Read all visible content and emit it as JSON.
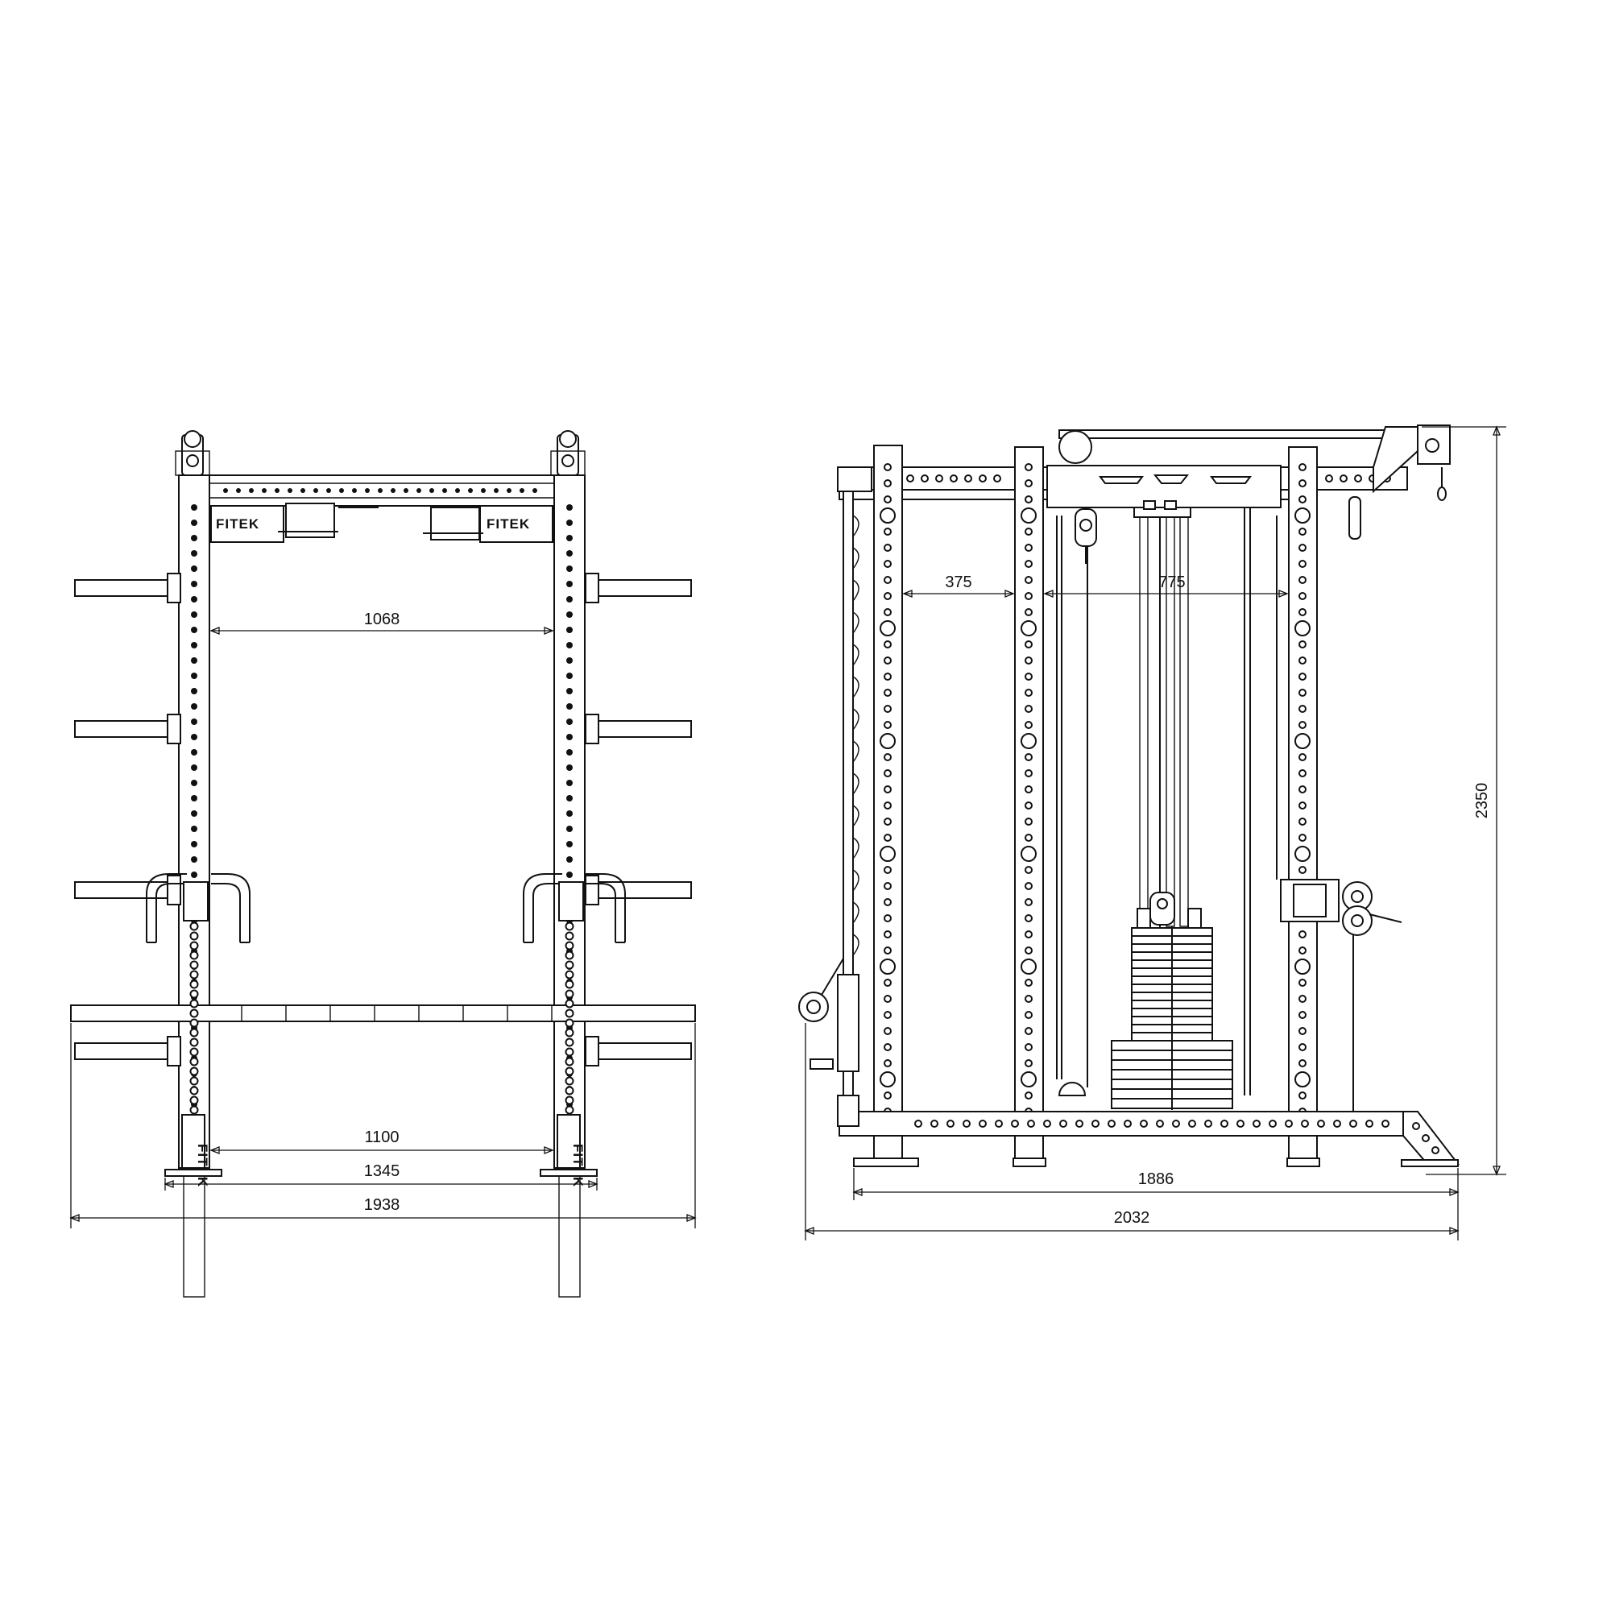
{
  "brand": {
    "logo_text": "FITEK"
  },
  "front_view": {
    "dimensions": {
      "inner_upper_width": "1068",
      "inner_base_width": "1100",
      "foot_width": "1345",
      "overall_width": "1938"
    }
  },
  "side_view": {
    "dimensions": {
      "bay_front": "375",
      "bay_rear": "775",
      "base_length": "1886",
      "overall_length": "2032",
      "overall_height": "2350"
    }
  }
}
